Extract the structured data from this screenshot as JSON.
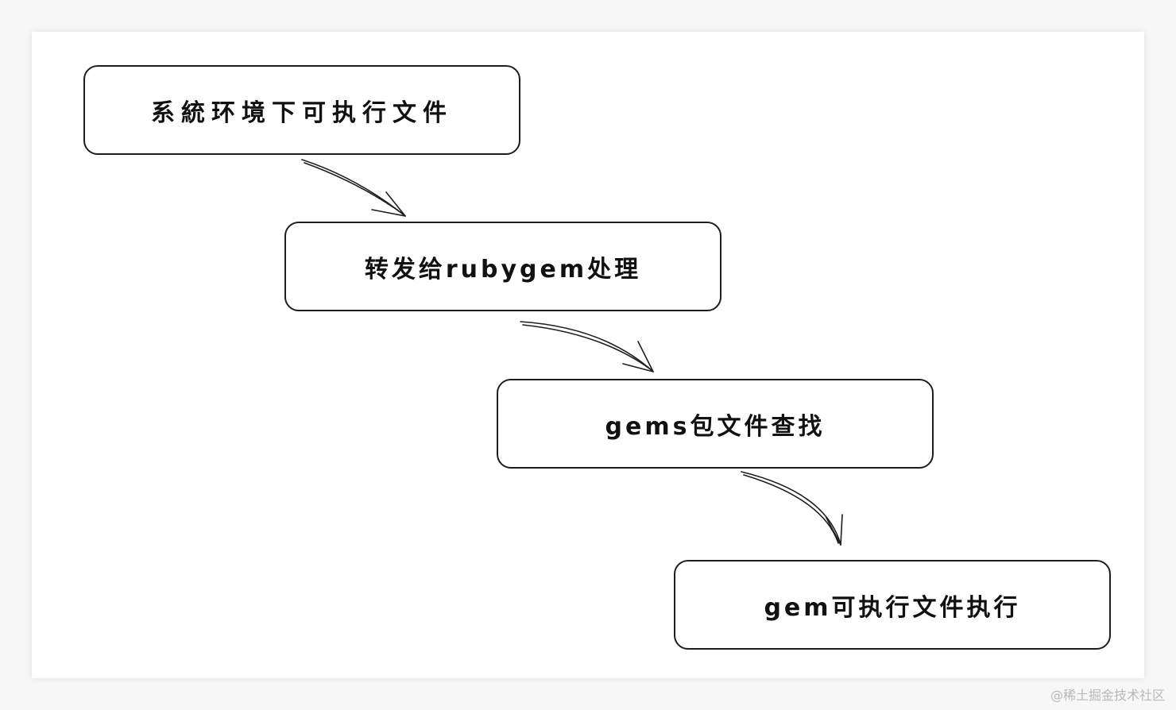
{
  "diagram": {
    "nodes": [
      {
        "id": "n1",
        "label": "系統环境下可执行文件"
      },
      {
        "id": "n2",
        "label": "转发给rubygem处理"
      },
      {
        "id": "n3",
        "label": "gems包文件查找"
      },
      {
        "id": "n4",
        "label": "gem可执行文件执行"
      }
    ],
    "edges": [
      {
        "from": "n1",
        "to": "n2"
      },
      {
        "from": "n2",
        "to": "n3"
      },
      {
        "from": "n3",
        "to": "n4"
      }
    ],
    "line_color": "#1e1e1e"
  },
  "watermark": "@稀土掘金技术社区"
}
